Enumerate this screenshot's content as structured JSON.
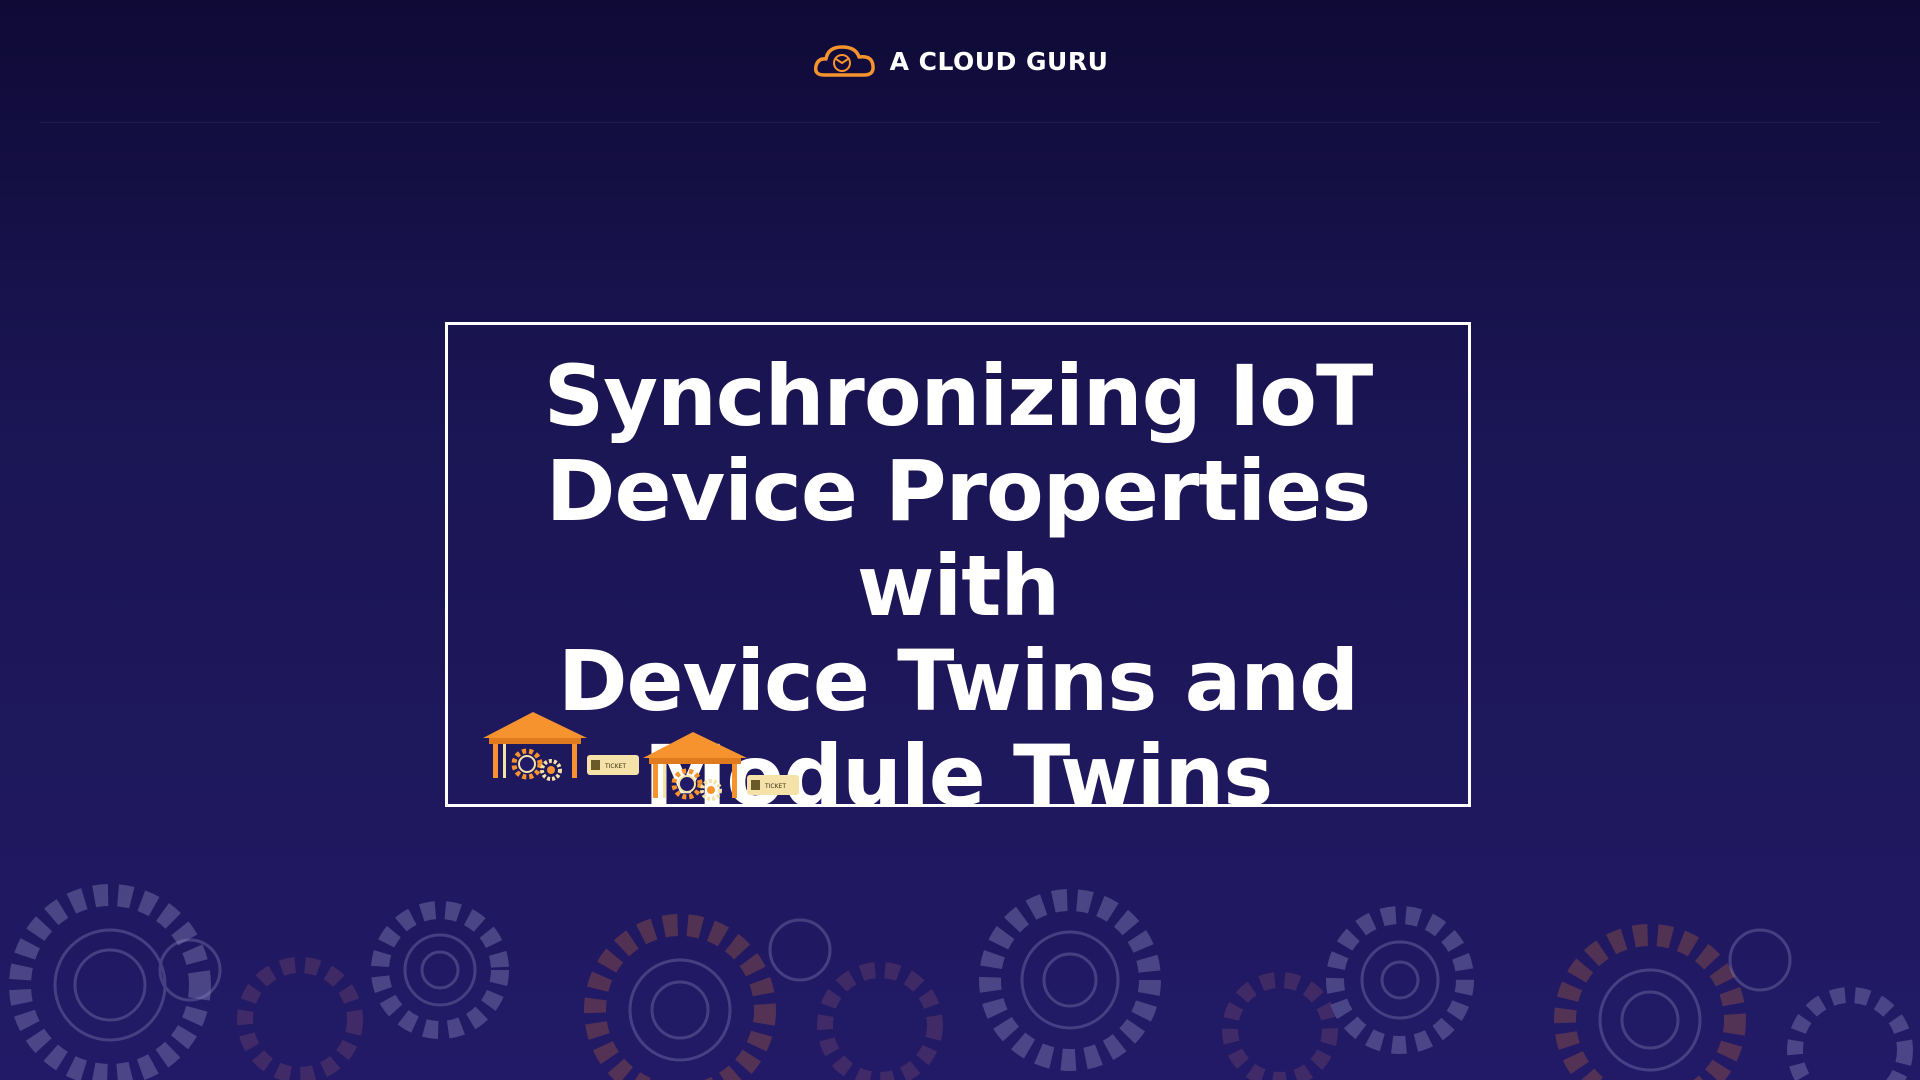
{
  "brand": {
    "name": "A CLOUD GURU",
    "logo": "cloud-logo-icon",
    "accent": "#f7932e"
  },
  "slide": {
    "title_lines": [
      "Synchronizing IoT",
      "Device Properties with",
      "Device Twins and",
      "Module Twins"
    ]
  },
  "illustration": {
    "ticket_label": "TICKET",
    "items": [
      "kiosk-gear-icon",
      "ticket-icon",
      "kiosk-gear-icon",
      "ticket-icon"
    ]
  },
  "colors": {
    "background_top": "#0f0a36",
    "background_bottom": "#221a66",
    "border": "#ffffff",
    "orange": "#f7932e",
    "ticket": "#f5e2a8"
  }
}
